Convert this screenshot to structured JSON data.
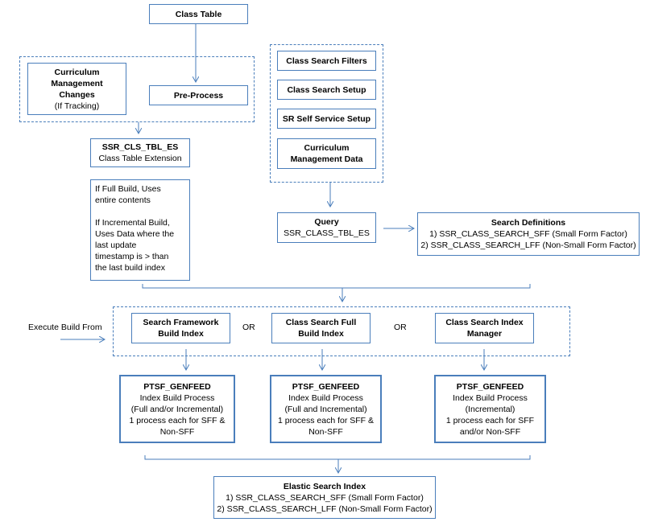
{
  "class_table": "Class Table",
  "cm_changes": {
    "l1": "Curriculum",
    "l2": "Management",
    "l3": "Changes",
    "l4": "(If Tracking)"
  },
  "pre_process": "Pre-Process",
  "ssr_cls": {
    "title": "SSR_CLS_TBL_ES",
    "sub": "Class Table Extension"
  },
  "build_note": {
    "l1": "If Full Build, Uses",
    "l2": "entire contents",
    "l3": "If Incremental Build,",
    "l4": "Uses Data where the",
    "l5": "last update",
    "l6": "timestamp is > than",
    "l7": "the last build index"
  },
  "setup": {
    "filters": "Class Search Filters",
    "setup": "Class Search Setup",
    "self_service": "SR Self Service Setup",
    "cm_data_l1": "Curriculum",
    "cm_data_l2": "Management Data"
  },
  "query": {
    "title": "Query",
    "sub": "SSR_CLASS_TBL_ES"
  },
  "search_defs": {
    "title": "Search Definitions",
    "l1": "1) SSR_CLASS_SEARCH_SFF (Small Form Factor)",
    "l2": "2) SSR_CLASS_SEARCH_LFF (Non-Small Form Factor)"
  },
  "execute": "Execute Build From",
  "or": "OR",
  "build_options": {
    "sf": {
      "l1": "Search Framework",
      "l2": "Build Index"
    },
    "full": {
      "l1": "Class Search Full",
      "l2": "Build Index"
    },
    "mgr": {
      "l1": "Class Search Index",
      "l2": "Manager"
    }
  },
  "genfeed": [
    {
      "title": "PTSF_GENFEED",
      "l1": "Index Build Process",
      "l2": "(Full and/or Incremental)",
      "l3": "1 process each for SFF &",
      "l4": "Non-SFF"
    },
    {
      "title": "PTSF_GENFEED",
      "l1": "Index Build Process",
      "l2": "(Full and Incremental)",
      "l3": "1 process each for SFF &",
      "l4": "Non-SFF"
    },
    {
      "title": "PTSF_GENFEED",
      "l1": "Index Build Process",
      "l2": "(Incremental)",
      "l3": "1 process each for SFF",
      "l4": "and/or Non-SFF"
    }
  ],
  "elastic": {
    "title": "Elastic Search Index",
    "l1": "1) SSR_CLASS_SEARCH_SFF (Small Form Factor)",
    "l2": "2) SSR_CLASS_SEARCH_LFF (Non-Small Form Factor)"
  },
  "colors": {
    "line": "#4a7ebb"
  }
}
